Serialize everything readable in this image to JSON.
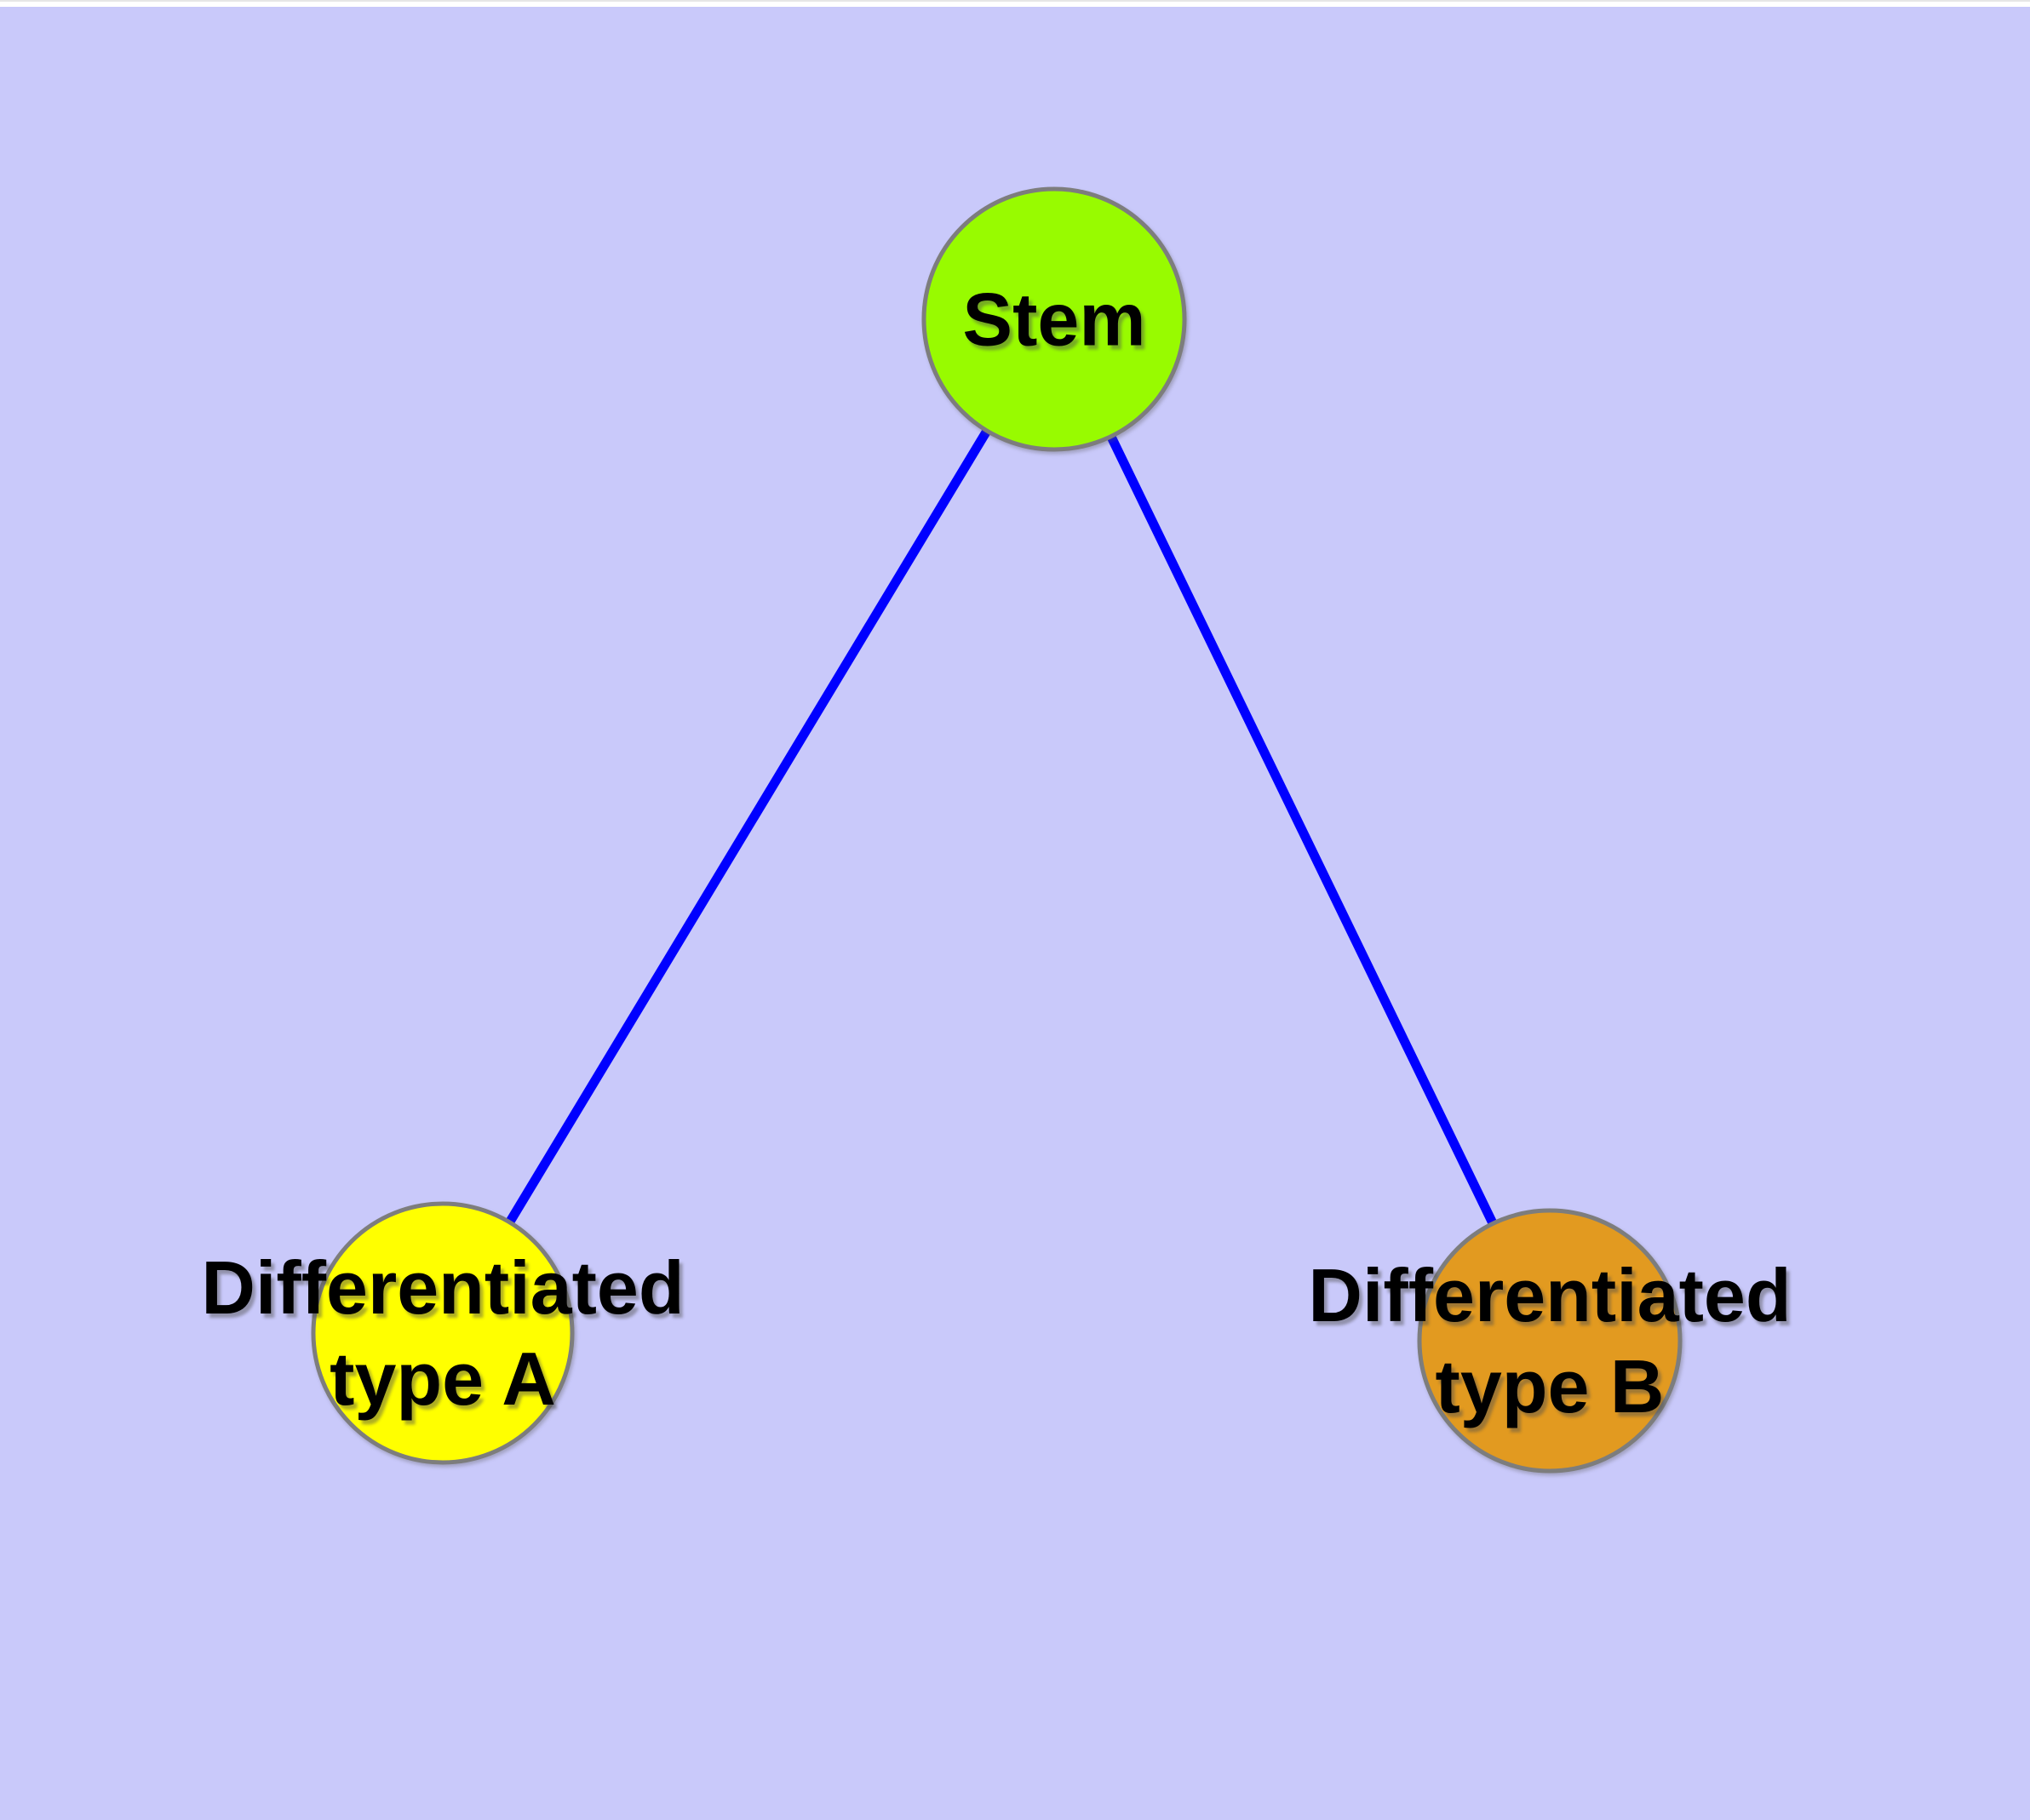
{
  "page": {
    "background_color": "#c9c9fa",
    "top_strip_color": "#ffffff"
  },
  "diagram": {
    "type": "node-link-graph",
    "edge_color": "#0000ff",
    "node_stroke_color": "#7d7d7d",
    "label_color": "#000000",
    "nodes": {
      "stem": {
        "label": "Stem",
        "fill": "#98fb00"
      },
      "type_a": {
        "label_line1": "Differentiated",
        "label_line2": "type A",
        "fill": "#ffff00"
      },
      "type_b": {
        "label_line1": "Differentiated",
        "label_line2": "type B",
        "fill": "#e29a20"
      }
    },
    "edges": [
      {
        "from": "Stem",
        "to": "Differentiated type A"
      },
      {
        "from": "Stem",
        "to": "Differentiated type B"
      }
    ]
  }
}
